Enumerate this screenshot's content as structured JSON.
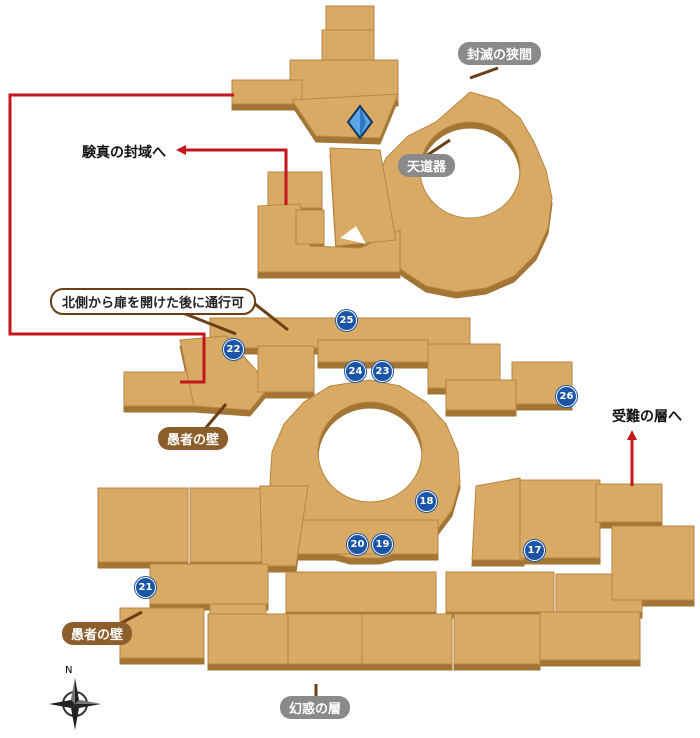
{
  "labels": {
    "fuumetsu": "封滅の狭間",
    "tendouki": "天道器",
    "kenshin": "験真の封域へ",
    "north_pass": "北側から扉を開けた後に通行可",
    "gusha_wall_1": "愚者の壁",
    "gusha_wall_2": "愚者の壁",
    "junan": "受難の層へ",
    "genwaku": "幻惑の層"
  },
  "markers": [
    "25",
    "22",
    "24",
    "23",
    "26",
    "18",
    "20",
    "19",
    "17",
    "21"
  ],
  "compass": {
    "north_label": "N"
  },
  "colors": {
    "floor_top": "#d8aa64",
    "floor_side": "#a87a3a",
    "route_line": "#c4161c",
    "marker_fill": "#1d55a6",
    "crystal": "#5aa6e8"
  }
}
